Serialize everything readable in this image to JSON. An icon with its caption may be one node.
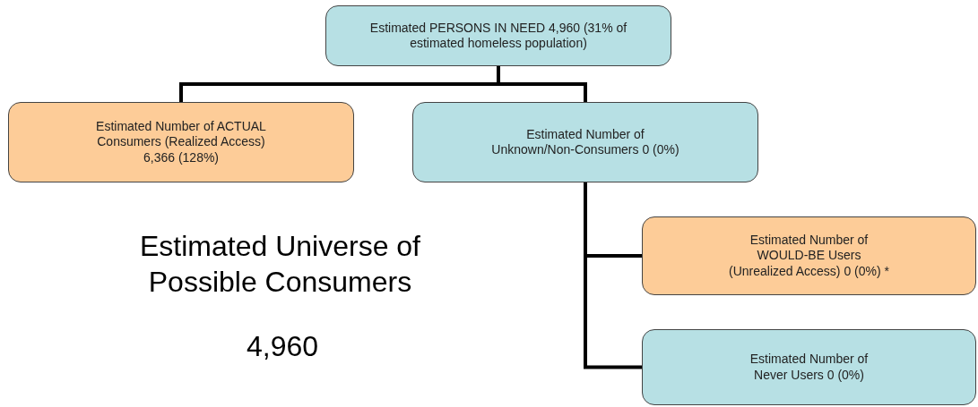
{
  "diagram": {
    "nodes": [
      {
        "text": [
          "Estimated PERSONS IN NEED 4,960 (31% of estimated homeless population)"
        ]
      },
      {
        "text": [
          "Estimated Number of ACTUAL Consumers (Realized Access) 6,366 (128%)"
        ]
      },
      {
        "text": [
          "Estimated Number of Unknown/Non-Consumers 0 (0%)"
        ]
      },
      {
        "text": [
          "Estimated Number of WOULD-BE Users (Unrealized Access) 0 (0%) *"
        ]
      },
      {
        "text": [
          "Estimated Number of Never Users 0 (0%)"
        ]
      }
    ],
    "edges": [
      {
        "from": 0,
        "to": 1,
        "arrow": "none"
      },
      {
        "from": 0,
        "to": 2,
        "arrow": "none"
      },
      {
        "from": 2,
        "to": 3,
        "arrow": "none"
      },
      {
        "from": 2,
        "to": 4,
        "arrow": "none"
      }
    ],
    "labels": [
      "Estimated Universe of Possible Consumers",
      "4,960"
    ]
  }
}
